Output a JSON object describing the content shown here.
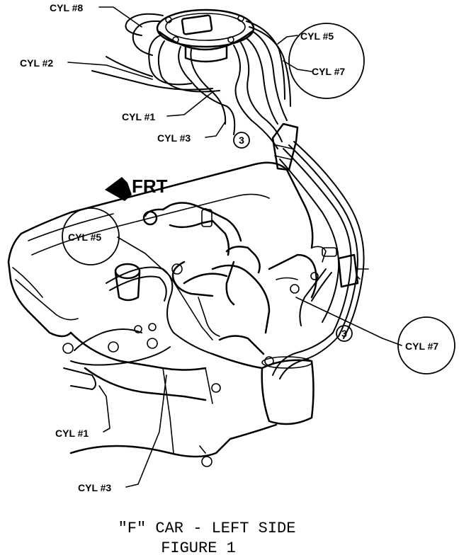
{
  "labels": {
    "cyl8": "CYL #8",
    "cyl5_top": "CYL #5",
    "cyl7_top": "CYL #7",
    "cyl2": "CYL #2",
    "cyl1_top": "CYL #1",
    "cyl3_top": "CYL #3",
    "cyl5_engine": "CYL #5",
    "cyl7_right": "CYL #7",
    "cyl1_bottom": "CYL #1",
    "cyl3_bottom": "CYL #3"
  },
  "markers": {
    "bracket_top": "3",
    "bracket_right": "3"
  },
  "direction": {
    "front": "FRT",
    "arrow_icon": "left-arrow-icon"
  },
  "caption": {
    "line1": "\"F\" CAR - LEFT SIDE",
    "line2": "FIGURE 1"
  }
}
